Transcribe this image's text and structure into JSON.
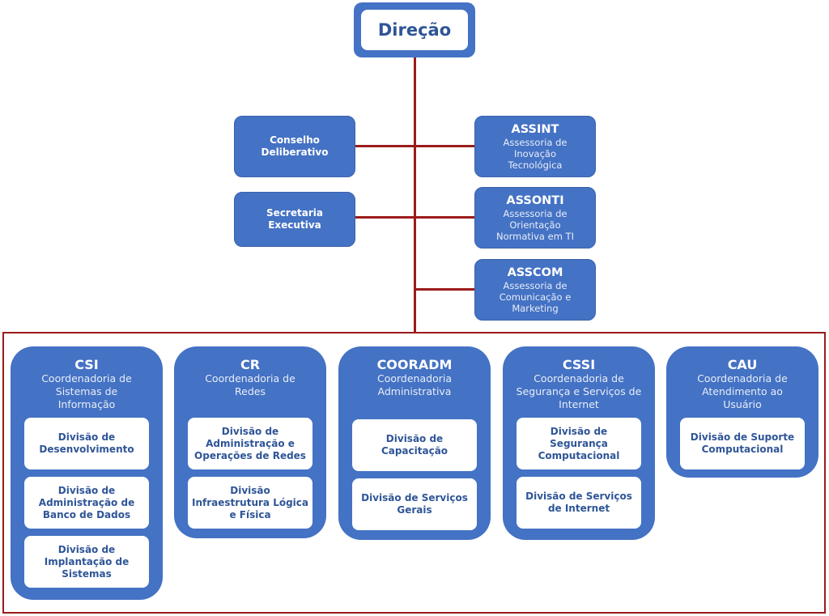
{
  "top": {
    "label": "Direção"
  },
  "left_units": [
    {
      "label": "Conselho Deliberativo"
    },
    {
      "label": "Secretaria Executiva"
    }
  ],
  "advisories": [
    {
      "abbr": "ASSINT",
      "desc": "Assessoria de Inovação Tecnológica"
    },
    {
      "abbr": "ASSONTI",
      "desc": "Assessoria de Orientação Normativa em TI"
    },
    {
      "abbr": "ASSCOM",
      "desc": "Assessoria de Comunicação e Marketing"
    }
  ],
  "coordinations": [
    {
      "abbr": "CSI",
      "desc": "Coordenadoria de Sistemas de Informação",
      "divisions": [
        "Divisão de Desenvolvimento",
        "Divisão de Administração de Banco de Dados",
        "Divisão de Implantação de Sistemas"
      ]
    },
    {
      "abbr": "CR",
      "desc": "Coordenadoria de Redes",
      "divisions": [
        "Divisão de Administração e Operações de Redes",
        "Divisão Infraestrutura Lógica e Física"
      ]
    },
    {
      "abbr": "COORADM",
      "desc": "Coordenadoria Administrativa",
      "divisions": [
        "Divisão de Capacitação",
        "Divisão de Serviços Gerais"
      ]
    },
    {
      "abbr": "CSSI",
      "desc": "Coordenadoria de Segurança e Serviços de Internet",
      "divisions": [
        "Divisão de Segurança Computacional",
        "Divisão de Serviços de Internet"
      ]
    },
    {
      "abbr": "CAU",
      "desc": "Coordenadoria de Atendimento ao Usuário",
      "divisions": [
        "Divisão de Suporte Computacional"
      ]
    }
  ],
  "colors": {
    "box_fill": "#4472c4",
    "connector": "#9b1b1b",
    "division_text": "#2f5597"
  }
}
